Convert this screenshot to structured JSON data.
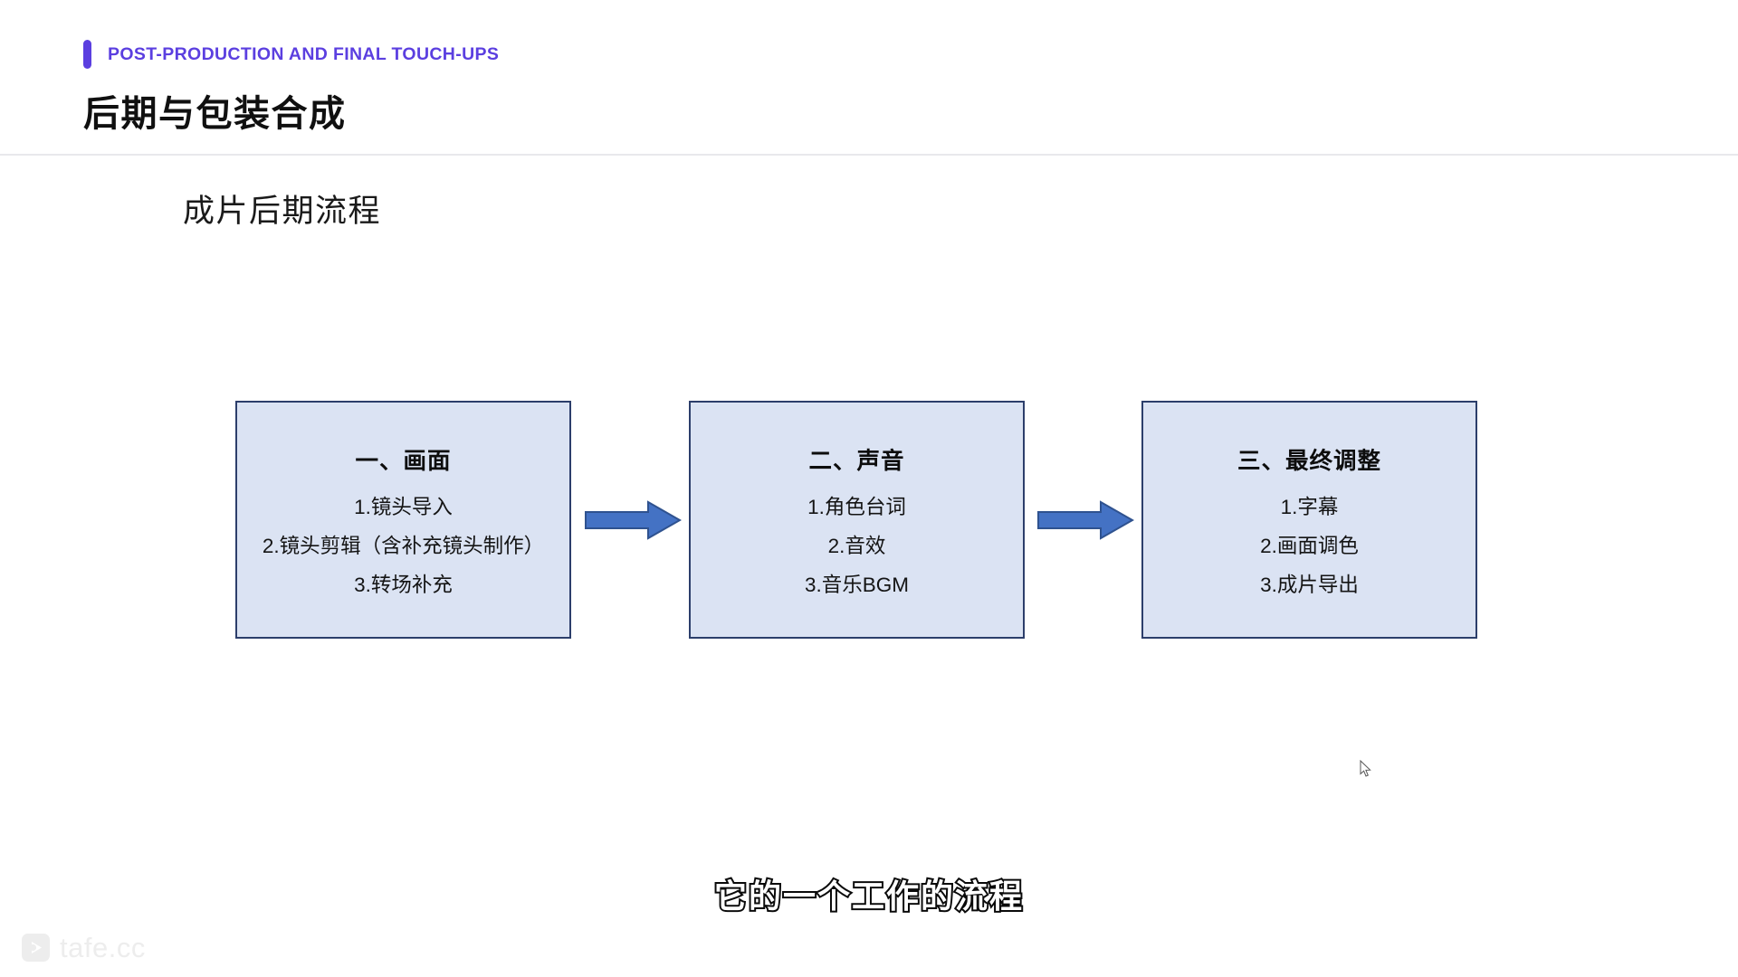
{
  "header": {
    "eyebrow": "POST-PRODUCTION AND FINAL TOUCH-UPS",
    "title": "后期与包装合成",
    "accent_color": "#5b3fe0"
  },
  "body": {
    "section_heading": "成片后期流程"
  },
  "flow": {
    "box_fill": "#dbe3f3",
    "box_border": "#2c3e6b",
    "arrow_fill": "#4472c4",
    "arrow_border": "#2f528f",
    "steps": [
      {
        "title": "一、画面",
        "items": [
          "1.镜头导入",
          "2.镜头剪辑（含补充镜头制作）",
          "3.转场补充"
        ]
      },
      {
        "title": "二、声音",
        "items": [
          "1.角色台词",
          "2.音效",
          "3.音乐BGM"
        ]
      },
      {
        "title": "三、最终调整",
        "items": [
          "1.字幕",
          "2.画面调色",
          "3.成片导出"
        ]
      }
    ],
    "arrows": [
      "right-arrow-1",
      "right-arrow-2"
    ]
  },
  "caption": {
    "text": "它的一个工作的流程"
  },
  "watermark": {
    "text": "tafe.cc",
    "icon": "play-badge-icon"
  }
}
